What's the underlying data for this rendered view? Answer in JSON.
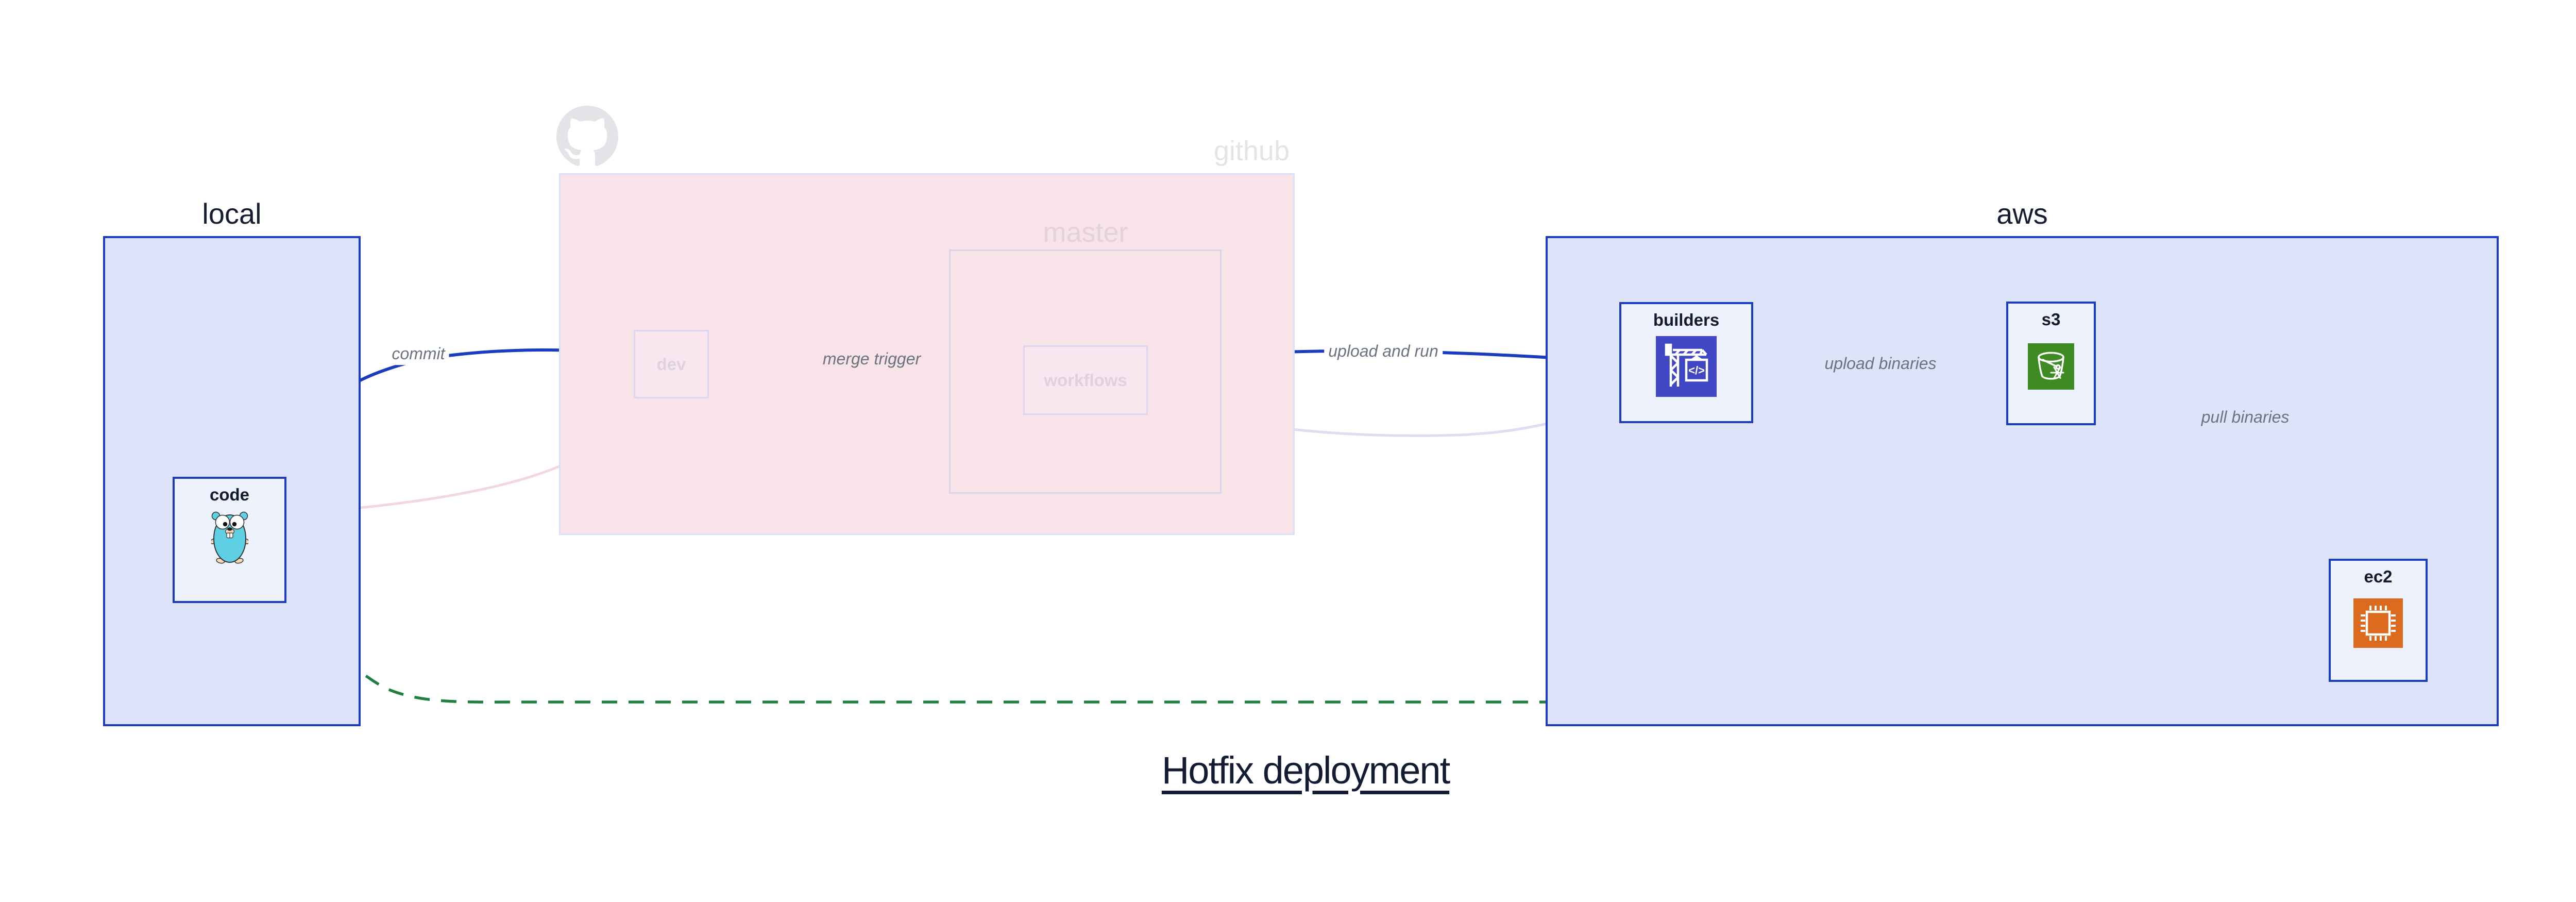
{
  "diagram": {
    "title": "Hotfix deployment",
    "groups": {
      "local": {
        "label": "local"
      },
      "github": {
        "label": "github",
        "branch_label": "master"
      },
      "aws": {
        "label": "aws"
      }
    },
    "nodes": {
      "code": {
        "label": "code",
        "icon": "go-gopher-icon"
      },
      "dev": {
        "label": "dev"
      },
      "workflows": {
        "label": "workflows"
      },
      "builders": {
        "label": "builders",
        "icon": "codebuild-crane-icon"
      },
      "s3": {
        "label": "s3",
        "icon": "s3-bucket-icon"
      },
      "ec2": {
        "label": "ec2",
        "icon": "ec2-chip-icon"
      }
    },
    "edges": {
      "commit": {
        "label": "commit",
        "style": "solid-blue"
      },
      "merge_trigger": {
        "label": "merge trigger",
        "style": "solid-blue"
      },
      "upload_and_run": {
        "label": "upload and run",
        "style": "solid-blue"
      },
      "upload_binaries": {
        "label": "upload binaries",
        "style": "solid-blue"
      },
      "pull_binaries": {
        "label": "pull binaries",
        "style": "solid-blue"
      },
      "hotfix_bypass": {
        "label": "",
        "style": "dashed-green"
      }
    },
    "colors": {
      "accent_blue": "#1b3cbe",
      "group_fill_blue": "#dde4f9",
      "node_fill": "#eef2fc",
      "github_pink_fill": "#f8e3e9",
      "faded_pink_edge": "#f3d7de",
      "faded_lavender_edge": "#dcdef3",
      "green_dashed": "#1f8040",
      "edge_label_grey": "#6a7380",
      "ghost_grey": "#e4e4e8",
      "builders_icon_bg": "#4047c4",
      "s3_icon_bg": "#3f8b23",
      "ec2_icon_bg": "#dd6b1f",
      "gopher_teal": "#5fd0e3",
      "title_color": "#141c33"
    }
  }
}
